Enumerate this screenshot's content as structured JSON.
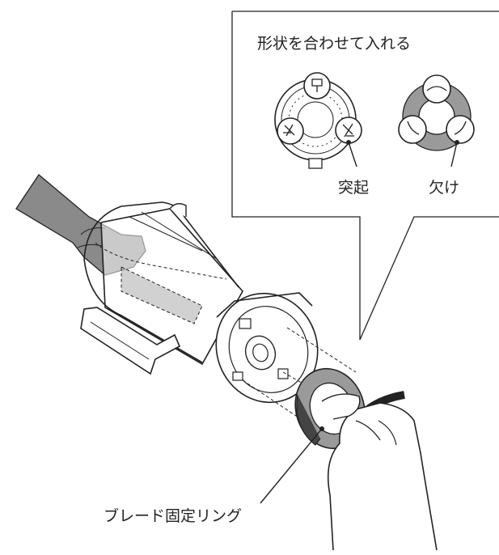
{
  "callout": {
    "title": "形状を合わせて入れる",
    "left_label": "突起",
    "right_label": "欠け"
  },
  "main": {
    "bottom_label": "ブレード固定リング"
  },
  "colors": {
    "line": "#222222",
    "hand_gray": "#8a8a8a",
    "ring_gray": "#9a9a9a",
    "dark_ring": "#444444"
  }
}
